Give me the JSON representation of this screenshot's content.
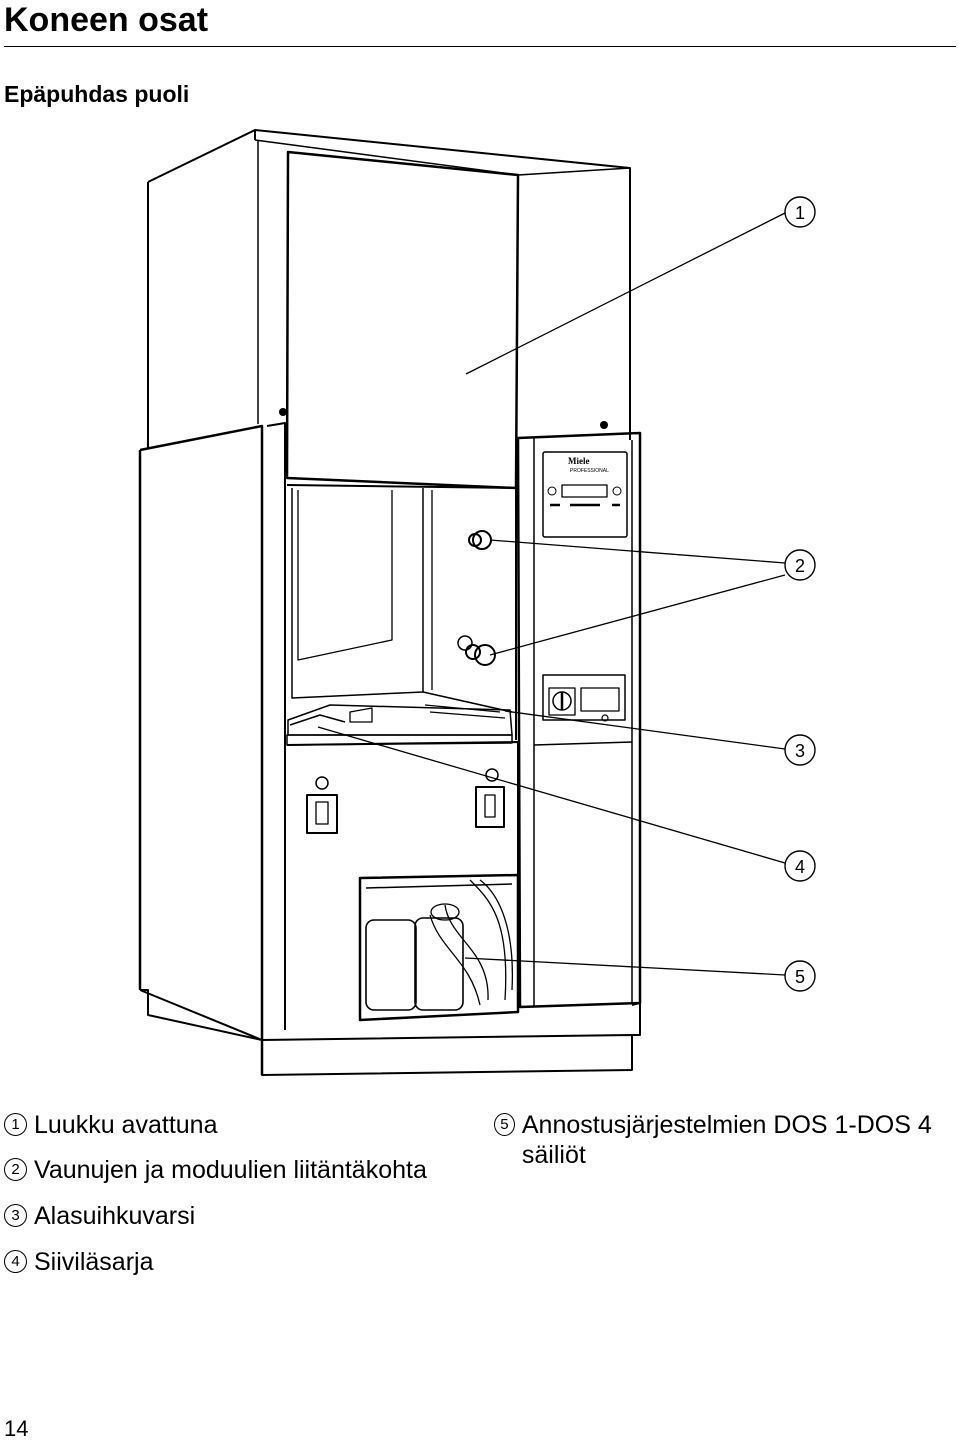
{
  "page_title": "Koneen osat",
  "section_title": "Epäpuhdas puoli",
  "figure": {
    "brand": "Miele",
    "brand_sub": "PROFESSIONAL",
    "callouts": [
      "1",
      "2",
      "3",
      "4",
      "5"
    ]
  },
  "legend": [
    {
      "num": "1",
      "text": "Luukku avattuna"
    },
    {
      "num": "2",
      "text": "Vaunujen ja moduulien liitäntäkohta"
    },
    {
      "num": "3",
      "text": "Alasuihkuvarsi"
    },
    {
      "num": "4",
      "text": "Siiviläsarja"
    },
    {
      "num": "5",
      "text": "Annostusjärjestelmien DOS 1-DOS 4 säiliöt"
    }
  ],
  "page_number": "14"
}
